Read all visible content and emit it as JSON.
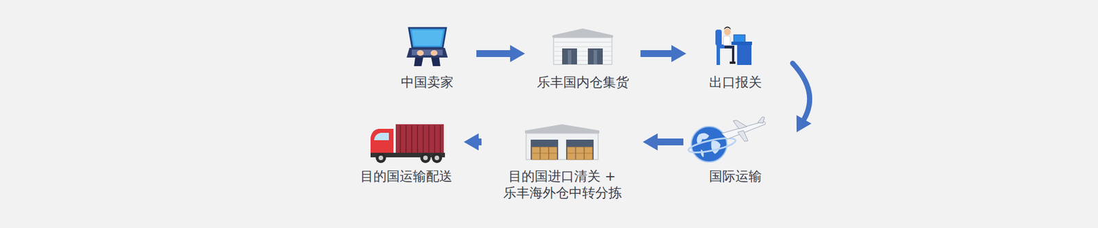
{
  "diagram": {
    "nodes": [
      {
        "text": [
          "中国卖家"
        ]
      },
      {
        "text": [
          "乐丰国内仓集货"
        ]
      },
      {
        "text": [
          "出口报关"
        ]
      },
      {
        "text": [
          "国际运输"
        ]
      },
      {
        "text": [
          "目的国进口清关 + 乐丰海外仓中转分拣"
        ]
      },
      {
        "text": [
          "目的国运输配送"
        ]
      }
    ],
    "edges": [
      {
        "from": 0,
        "to": 1,
        "arrow": "to"
      },
      {
        "from": 1,
        "to": 2,
        "arrow": "to"
      },
      {
        "from": 2,
        "to": 3,
        "arrow": "to"
      },
      {
        "from": 3,
        "to": 4,
        "arrow": "to"
      },
      {
        "from": 4,
        "to": 5,
        "arrow": "to"
      }
    ]
  }
}
